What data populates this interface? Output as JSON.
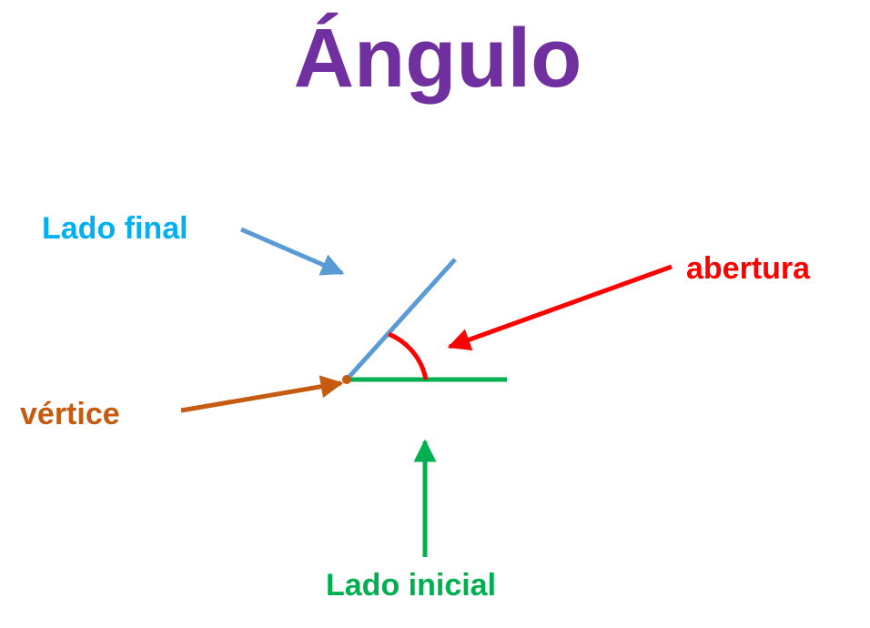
{
  "title": "Ángulo",
  "labels": {
    "lado_final": "Lado final",
    "abertura": "abertura",
    "vertice": "vértice",
    "lado_inicial": "Lado inicial"
  },
  "colors": {
    "title": "#7030a0",
    "lado_final": "#00b0f0",
    "lado_final_line": "#5b9bd5",
    "abertura": "#ff0000",
    "vertice": "#c55a11",
    "lado_inicial": "#00b050"
  }
}
